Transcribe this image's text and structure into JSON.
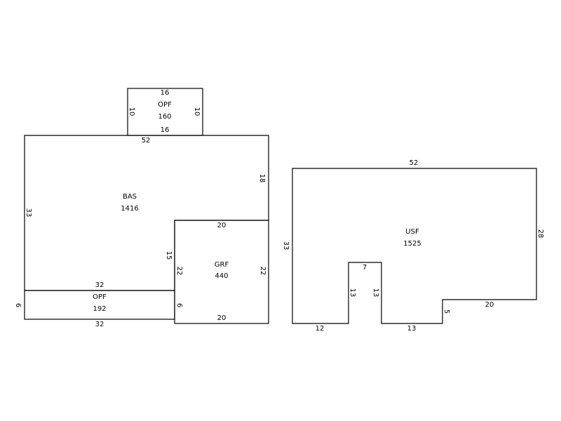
{
  "areas": {
    "opf_top": {
      "code": "OPF",
      "sqft": "160",
      "dims": {
        "top": "16",
        "bottom": "16",
        "left": "10",
        "right": "10"
      }
    },
    "bas": {
      "code": "BAS",
      "sqft": "1416",
      "dims": {
        "top": "52",
        "right": "18",
        "left": "33",
        "inner_bottom": "32",
        "inner_left": "15"
      }
    },
    "grf": {
      "code": "GRF",
      "sqft": "440",
      "dims": {
        "top": "20",
        "bottom": "20",
        "left": "22",
        "right": "22"
      }
    },
    "opf_bottom": {
      "code": "OPF",
      "sqft": "192",
      "dims": {
        "bottom": "32",
        "left": "6",
        "right": "6"
      }
    },
    "usf": {
      "code": "USF",
      "sqft": "1525",
      "dims": {
        "top": "52",
        "left": "33",
        "right": "28",
        "bottom_left": "12",
        "notch_left": "13",
        "notch_top": "7",
        "notch_right": "13",
        "bottom_mid": "13",
        "step": "5",
        "bottom_right": "20"
      }
    }
  }
}
